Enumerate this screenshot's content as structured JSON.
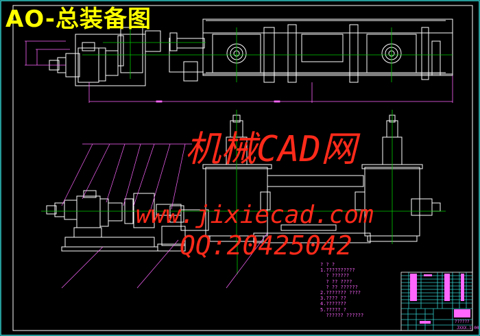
{
  "drawing": {
    "title": "AO-总装备图",
    "colors": {
      "background": "#000000",
      "frame": "#ffffff",
      "border": "#33cccc",
      "geometry": "#ffffff",
      "centerline": "#00cc00",
      "dimension": "#ff66ff",
      "title": "#ffff00",
      "watermark": "#ff2a1a"
    }
  },
  "watermark": {
    "line1": "机械CAD网",
    "line2": "www.jixiecad.com",
    "line3": "QQ:20425042"
  },
  "notes": {
    "heading": "? ? ?",
    "items": [
      "1.??????????",
      "  ? ??????",
      "  ? ?? ????",
      "  ? ?? ??????",
      "2.??????? ????",
      "3.???? ??",
      "4.???????",
      "5.????? ?",
      "  ?????? ??????"
    ]
  },
  "title_block": {
    "name_cell": "??????",
    "drawing_no": "JXXX.1.00"
  }
}
